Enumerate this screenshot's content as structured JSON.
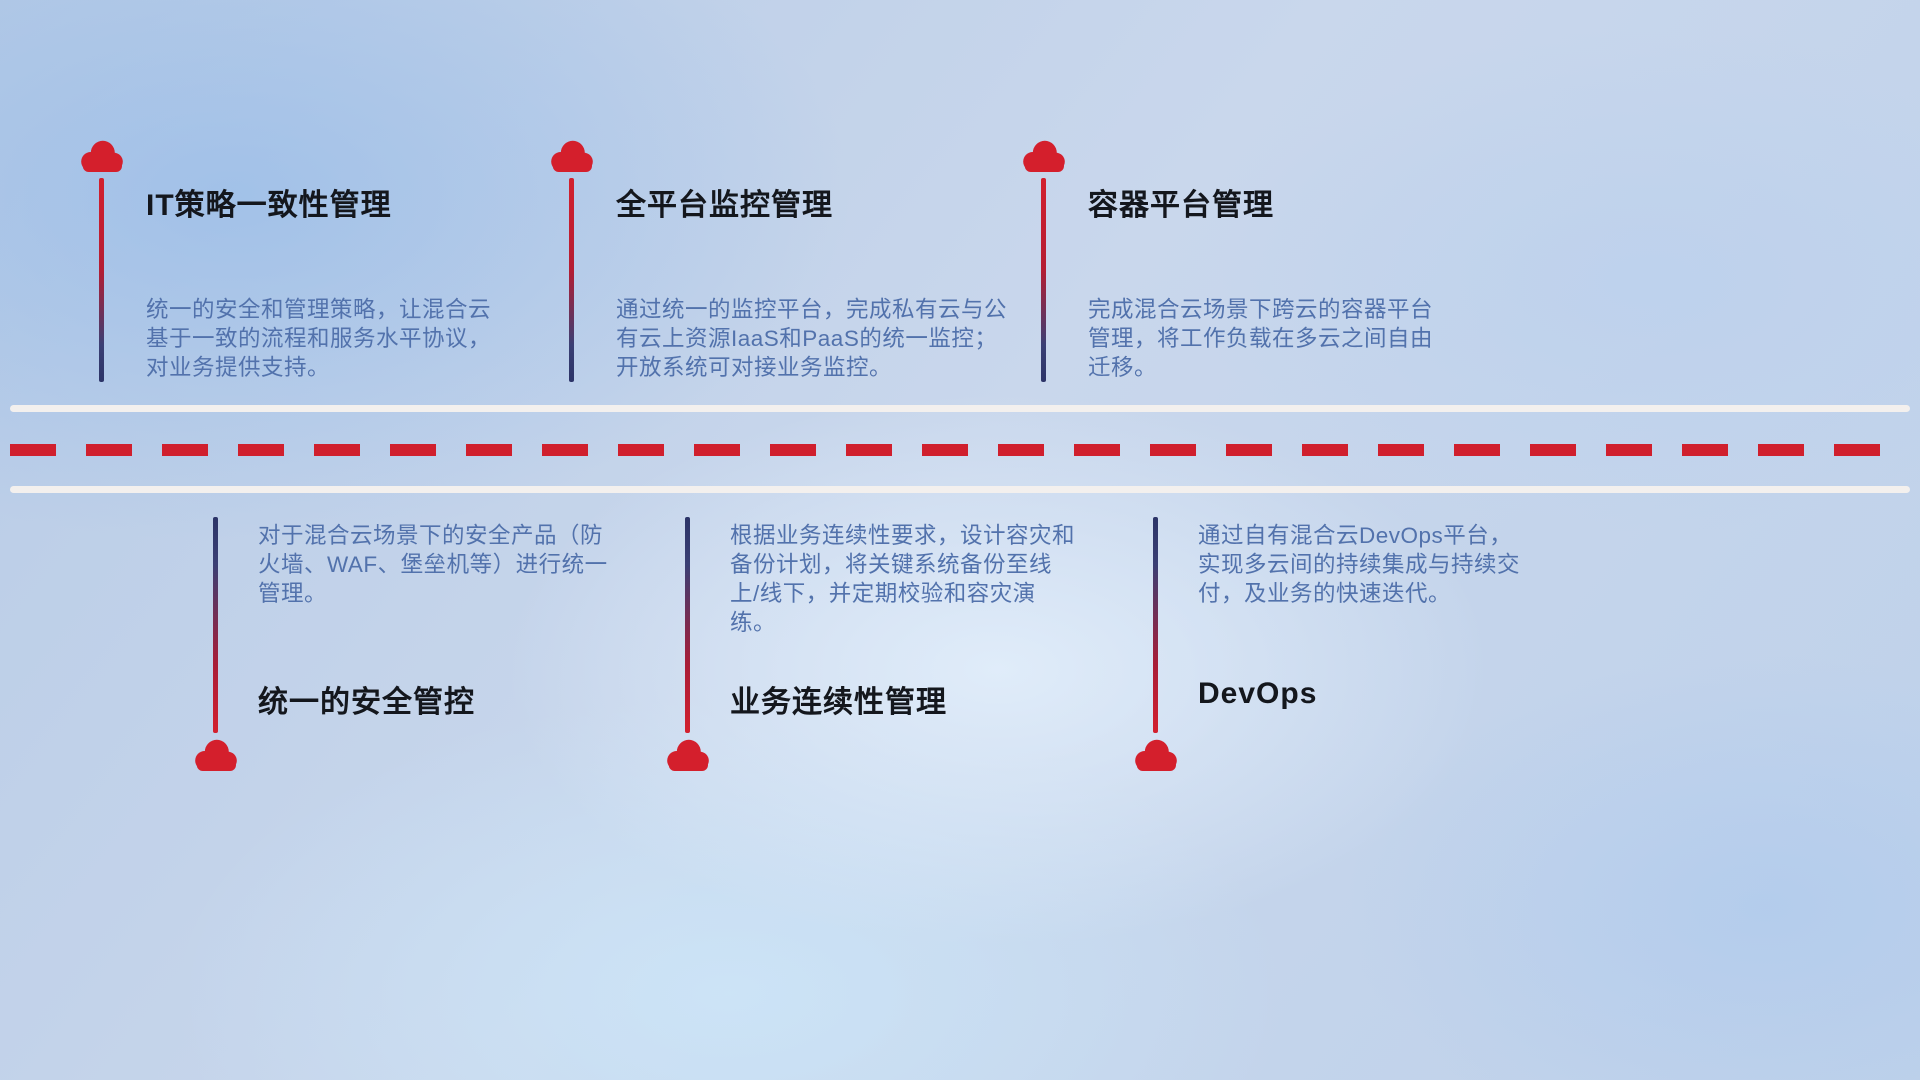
{
  "diagram": {
    "top": [
      {
        "title": "IT策略一致性管理",
        "desc": "统一的安全和管理策略，让混合云基于一致的流程和服务水平协议，对业务提供支持。"
      },
      {
        "title": "全平台监控管理",
        "desc": "通过统一的监控平台，完成私有云与公有云上资源IaaS和PaaS的统一监控；开放系统可对接业务监控。"
      },
      {
        "title": "容器平台管理",
        "desc": "完成混合云场景下跨云的容器平台管理，将工作负载在多云之间自由迁移。"
      }
    ],
    "bottom": [
      {
        "title": "统一的安全管控",
        "desc": "对于混合云场景下的安全产品（防火墙、WAF、堡垒机等）进行统一管理。"
      },
      {
        "title": "业务连续性管理",
        "desc": "根据业务连续性要求，设计容灾和备份计划，将关键系统备份至线上/线下，并定期校验和容灾演练。"
      },
      {
        "title": "DevOps",
        "desc": "通过自有混合云DevOps平台，实现多云间的持续集成与持续交付，及业务的快速迭代。"
      }
    ],
    "colors": {
      "cloud_red": "#d41f2c",
      "dash_red": "#d01f2d",
      "road_white": "#f3f0ee",
      "desc_blue": "#5272ac",
      "title_dark": "#14171d"
    }
  }
}
